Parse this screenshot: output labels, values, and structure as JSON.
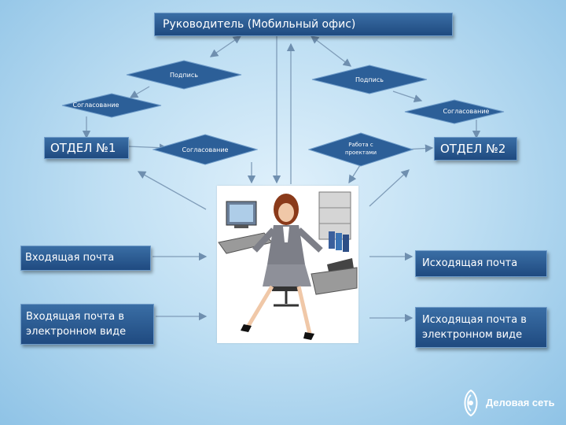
{
  "top_box": {
    "label": "Руководитель (Мобильный офис)"
  },
  "diamonds": {
    "sign_left": "Подпись",
    "sign_right": "Подпись",
    "approval_left": "Согласование",
    "approval_right": "Согласование",
    "approval_center": "Согласование",
    "projects": "Работа с проектами"
  },
  "dept1": {
    "label": "ОТДЕЛ №1"
  },
  "dept2": {
    "label": "ОТДЕЛ №2"
  },
  "left_boxes": {
    "incoming": "Входящая почта",
    "incoming_electronic": "Входящая почта в электронном виде"
  },
  "right_boxes": {
    "outgoing": "Исходящая почта",
    "outgoing_electronic": "Исходящая почта в электронном виде"
  },
  "logo": {
    "text": "Деловая сеть"
  },
  "colors": {
    "box": "#2a5a92",
    "arrow": "#6f8faf"
  }
}
